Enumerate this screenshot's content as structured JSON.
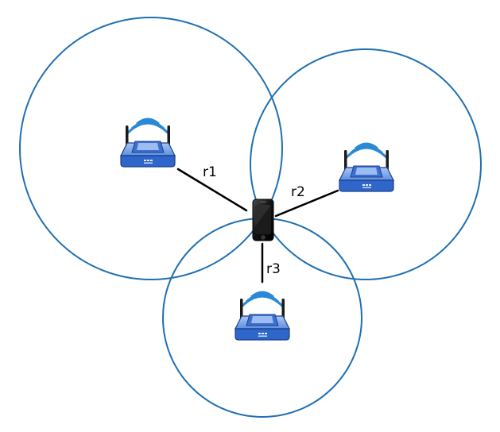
{
  "distances": {
    "r1": "r1",
    "r2": "r2",
    "r3": "r3"
  },
  "icons": {
    "router": "wireless-router-icon",
    "device": "smartphone-icon"
  },
  "colors": {
    "circle_stroke": "#1f6fb2",
    "router_body": "#2f66c9",
    "router_top": "#7fa8ec",
    "router_dark": "#1c3f8a",
    "signal_wave": "#2a89d6",
    "link": "#000000",
    "phone": "#111111"
  }
}
